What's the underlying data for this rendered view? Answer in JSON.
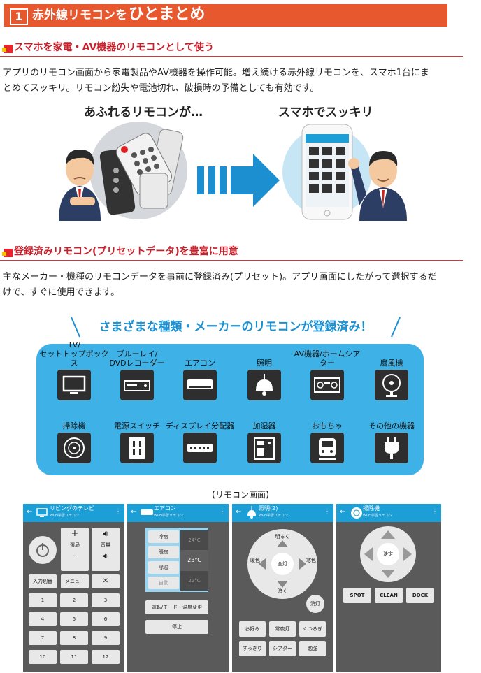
{
  "title": {
    "number": "1",
    "part1": "赤外線リモコンを",
    "part2": "ひとまとめ"
  },
  "section1": {
    "heading": "スマホを家電・AV機器のリモコンとして使う",
    "paragraph_line1": "アプリのリモコン画面から家電製品やAV機器を操作可能。増え続ける赤外線リモコンを、スマホ1台にま",
    "paragraph_line2": "とめてスッキリ。リモコン紛失や電池切れ、破損時の予備としても有効です。",
    "before_label": "あふれるリモコンが…",
    "after_label": "スマホでスッキリ"
  },
  "section2": {
    "heading": "登録済みリモコン(プリセットデータ)を豊富に用意",
    "paragraph_line1": "主なメーカー・機種のリモコンデータを事前に登録済み(プリセット)。アプリ画面にしたがって選択するだ",
    "paragraph_line2": "けで、すぐに使用できます。",
    "banner": "さまざまな種類・メーカーのリモコンが登録済み！",
    "categories_row1": [
      {
        "label": "TV/\nセットトップボックス",
        "icon": "tv-icon"
      },
      {
        "label": "ブルーレイ/\nDVDレコーダー",
        "icon": "recorder-icon"
      },
      {
        "label": "エアコン",
        "icon": "aircon-icon"
      },
      {
        "label": "照明",
        "icon": "light-icon"
      },
      {
        "label": "AV機器/ホームシアター",
        "icon": "av-icon"
      },
      {
        "label": "扇風機",
        "icon": "fan-icon"
      }
    ],
    "categories_row2": [
      {
        "label": "掃除機",
        "icon": "vacuum-icon"
      },
      {
        "label": "電源スイッチ",
        "icon": "outlet-icon"
      },
      {
        "label": "ディスプレイ分配器",
        "icon": "splitter-icon"
      },
      {
        "label": "加湿器",
        "icon": "humidifier-icon"
      },
      {
        "label": "おもちゃ",
        "icon": "toy-train-icon"
      },
      {
        "label": "その他の機器",
        "icon": "plug-icon"
      }
    ]
  },
  "screens_caption": "【リモコン画面】",
  "screen_tv": {
    "title": "リビングのテレビ",
    "sub": "Wi-Fi学習リモコン",
    "plus": "+",
    "ch_label": "選局",
    "minus": "-",
    "vol_label": "音量",
    "input_label": "入力切替",
    "menu_label": "メニュー",
    "numbers": [
      "1",
      "2",
      "3",
      "4",
      "5",
      "6",
      "7",
      "8",
      "9",
      "10",
      "11",
      "12"
    ]
  },
  "screen_aircon": {
    "title": "エアコン",
    "sub": "Wi-Fi学習リモコン",
    "modes": [
      "冷房",
      "暖房",
      "除湿",
      "自動"
    ],
    "temp_high": "24°C",
    "temp": "23°C",
    "temp_low": "22°C",
    "setting_label": "運転/モード・温度変更",
    "stop_label": "停止"
  },
  "screen_light": {
    "title": "照明(2)",
    "sub": "Wi-Fi学習リモコン",
    "brighter": "明るく",
    "darker": "暗く",
    "warm": "暖色",
    "cool": "寒色",
    "full": "全灯",
    "off": "消灯",
    "buttons": [
      "お好み",
      "常夜灯",
      "くつろぎ",
      "すっきり",
      "シアター",
      "勉強"
    ]
  },
  "screen_vacuum": {
    "title": "掃除機",
    "sub": "Wi-Fi学習リモコン",
    "decide": "決定",
    "spot": "SPOT",
    "clean": "CLEAN",
    "dock": "DOCK"
  },
  "colors": {
    "accent": "#e8582e",
    "heading_red": "#c8202b",
    "panel_blue": "#3eb1e6",
    "app_bar": "#1c9fd6"
  }
}
